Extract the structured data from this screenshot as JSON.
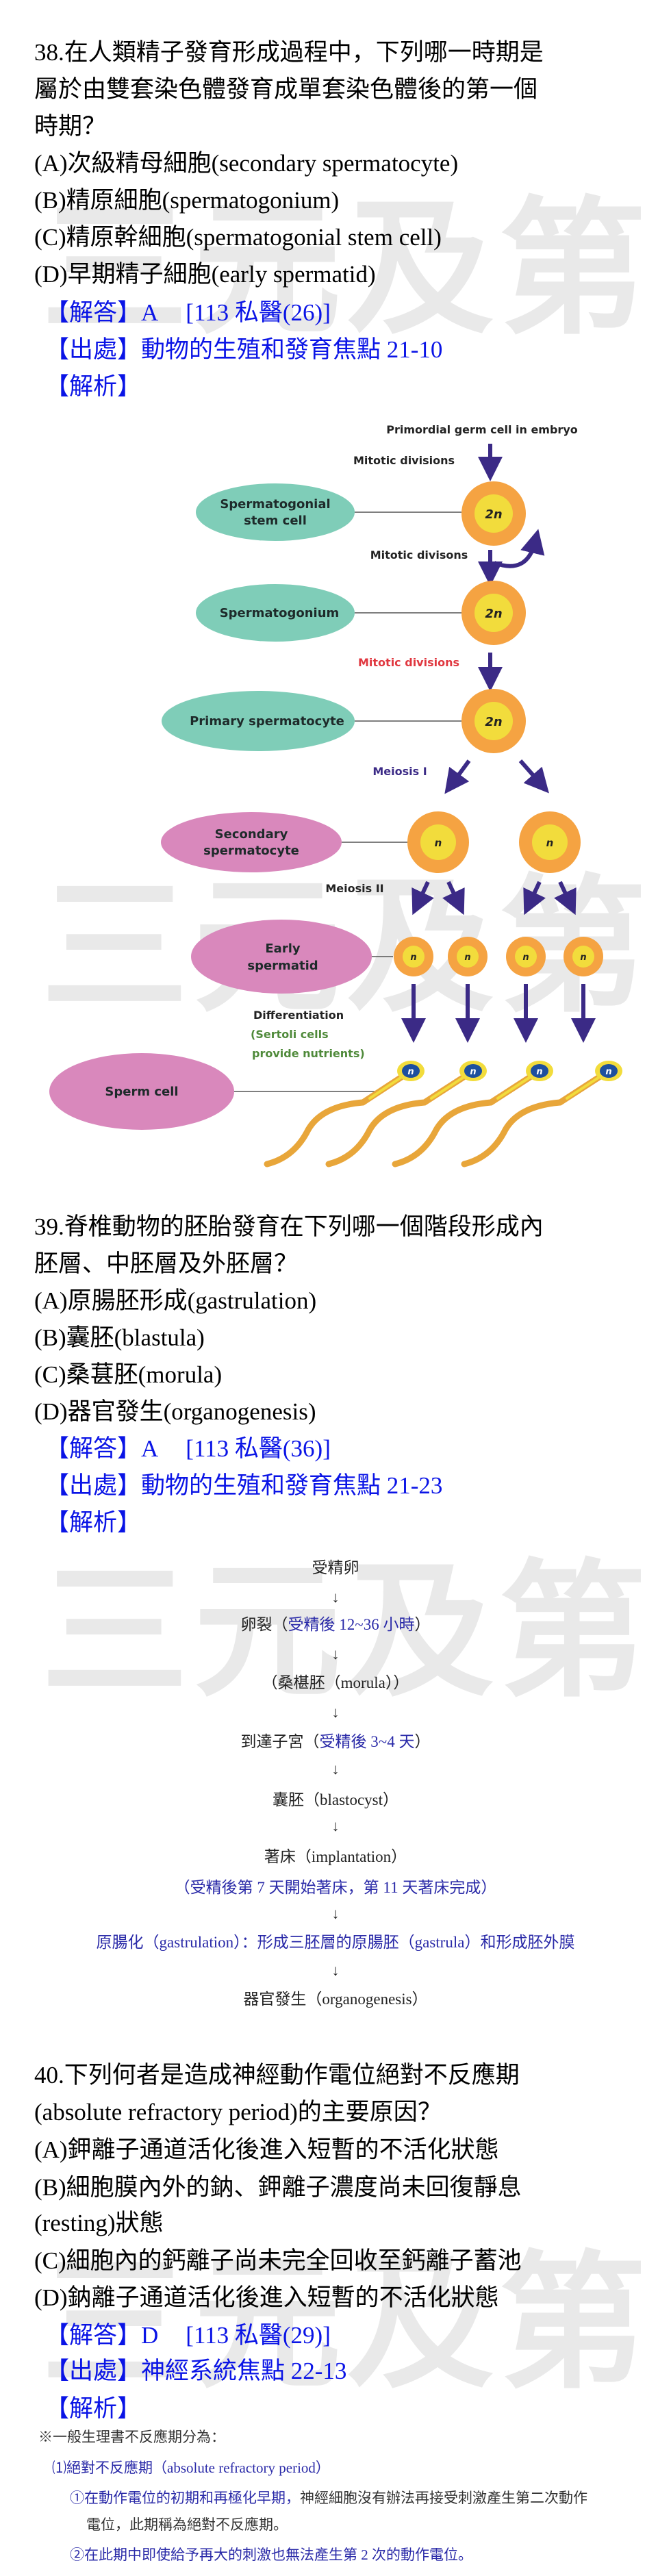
{
  "watermark": "三元及第",
  "q38": {
    "lines": [
      "38.在人類精子發育形成過程中，下列哪一時期是",
      "屬於由雙套染色體發育成單套染色體後的第一個",
      "時期？"
    ],
    "options": [
      "(A)次級精母細胞(secondary spermatocyte)",
      "(B)精原細胞(spermatogonium)",
      "(C)精原幹細胞(spermatogonial stem cell)",
      "(D)早期精子細胞(early spermatid)"
    ],
    "answer_label": "【解答】",
    "answer": "A",
    "exam": "[113 私醫(26)]",
    "source_label": "【出處】",
    "source": "動物的生殖和發育焦點 21-10",
    "analysis_label": "【解析】"
  },
  "diagram": {
    "top": "Primordial germ cell in embryo",
    "mitotic1": "Mitotic divisions",
    "mitotic2": "Mitotic divisons",
    "mitotic3": "Mitotic divisions",
    "meiosis1": "Meiosis I",
    "meiosis2": "Meiosis II",
    "stem1": "Spermatogonial",
    "stem2": "stem cell",
    "spermatogonium": "Spermatogonium",
    "primary": "Primary spermatocyte",
    "secondary1": "Secondary",
    "secondary2": "spermatocyte",
    "early1": "Early",
    "early2": "spermatid",
    "sperm": "Sperm cell",
    "diff1": "Differentiation",
    "diff2": "(Sertoli cells",
    "diff3": "provide nutrients)",
    "diploid": "2n",
    "haploid": "n",
    "colors": {
      "teal": "#7fcdb8",
      "pink": "#d988bc",
      "orange": "#f5a342",
      "yellow": "#f2dc3c",
      "arrow": "#3b2a86",
      "red": "#e0373f",
      "green": "#4f8a3a"
    }
  },
  "q39": {
    "lines": [
      "39.脊椎動物的胚胎發育在下列哪一個階段形成內",
      "胚層、中胚層及外胚層？"
    ],
    "options": [
      "(A)原腸胚形成(gastrulation)",
      "(B)囊胚(blastula)",
      "(C)桑葚胚(morula)",
      "(D)器官發生(organogenesis)"
    ],
    "answer_label": "【解答】",
    "answer": "A",
    "exam": "[113 私醫(36)]",
    "source_label": "【出處】",
    "source": "動物的生殖和發育焦點 21-23",
    "analysis_label": "【解析】"
  },
  "flow": {
    "arrow": "↓",
    "s1": "受精卵",
    "s2a": "卵裂（",
    "s2b": "受精後 12~36 小時",
    "s2c": "）",
    "s3": "（桑椹胚（morula））",
    "s4a": "到達子宮（",
    "s4b": "受精後 3~4 天",
    "s4c": "）",
    "s5": "囊胚（blastocyst）",
    "s6": "著床（implantation）",
    "s6b": "（受精後第 7 天開始著床，第 11 天著床完成）",
    "s7": "原腸化（gastrulation）：形成三胚層的原腸胚（gastrula）和形成胚外膜",
    "s8": "器官發生（organogenesis）"
  },
  "q40": {
    "lines": [
      "40.下列何者是造成神經動作電位絕對不反應期",
      "(absolute refractory period)的主要原因？"
    ],
    "options": [
      "(A)鉀離子通道活化後進入短暫的不活化狀態",
      "(B)細胞膜內外的鈉、鉀離子濃度尚未回復靜息",
      "(resting)狀態",
      "(C)細胞內的鈣離子尚未完全回收至鈣離子蓄池",
      "(D)鈉離子通道活化後進入短暫的不活化狀態"
    ],
    "answer_label": "【解答】",
    "answer": "D",
    "exam": "[113 私醫(29)]",
    "source_label": "【出處】",
    "source": "神經系統焦點 22-13",
    "analysis_label": "【解析】",
    "notes": {
      "n0": "※一般生理書不反應期分為：",
      "n1": "⑴絕對不反應期（absolute refractory period）",
      "n2a": "①在動作電位的初期和再極化早期，",
      "n2b": "神經細胞沒有辦法再接受刺激產生第二次動作",
      "n3": "電位，此期稱為絕對不反應期。",
      "n4": "②在此期中即使給予再大的刺激也無法產生第 2 次的動作電位。"
    }
  }
}
